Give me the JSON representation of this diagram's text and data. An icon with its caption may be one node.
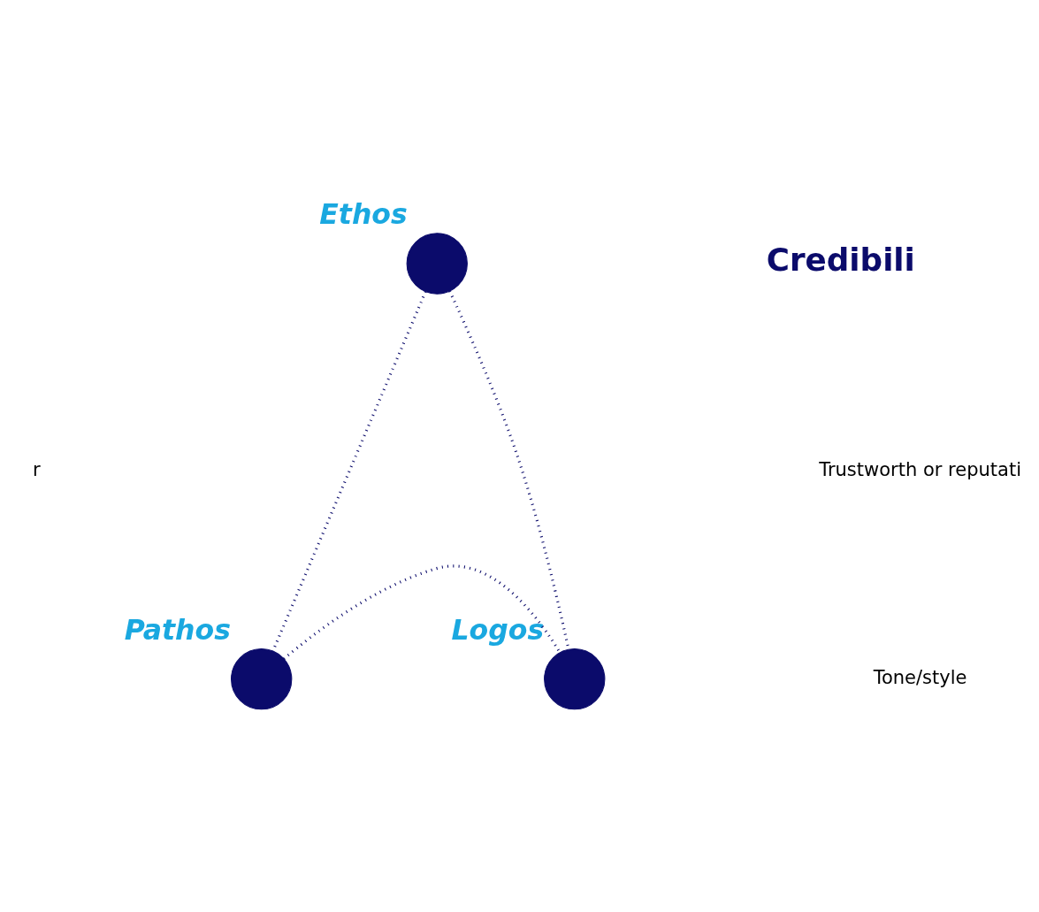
{
  "diagram": {
    "nodes": [
      {
        "text": [],
        "shape": "circle",
        "beside": [
          "Ethos"
        ]
      },
      {
        "text": [],
        "shape": "circle",
        "beside": [
          "Pathos"
        ]
      },
      {
        "text": [],
        "shape": "circle",
        "beside": [
          "Logos"
        ]
      }
    ],
    "edges": [
      {
        "from": 0,
        "to": 1,
        "arrow": "none",
        "style": "dashed"
      },
      {
        "from": 0,
        "to": 2,
        "arrow": "none",
        "style": "dashed"
      },
      {
        "from": 1,
        "to": 2,
        "arrow": "none",
        "style": "dashed"
      }
    ],
    "labels": [
      "Credibili",
      "Trustworth or reputati",
      "Tone/style",
      "r"
    ]
  }
}
